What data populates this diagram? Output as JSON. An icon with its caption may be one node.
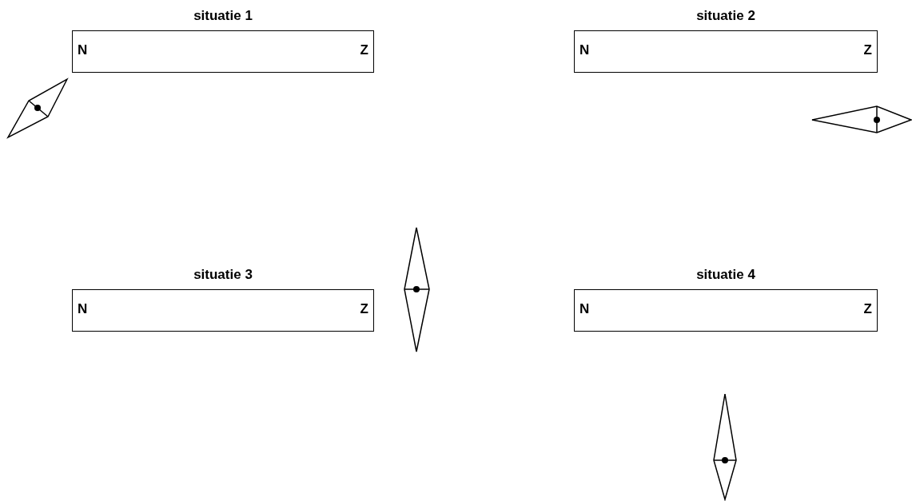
{
  "diagram": {
    "nodes": [
      {
        "text": [
          "situatie 1",
          "N",
          "Z"
        ]
      },
      {
        "text": [
          "situatie 2",
          "N",
          "Z"
        ]
      },
      {
        "text": [],
        "shape": "diamond"
      },
      {
        "text": [],
        "shape": "diamond"
      },
      {
        "text": [
          "situatie 3",
          "N",
          "Z"
        ]
      },
      {
        "text": [],
        "shape": "diamond"
      },
      {
        "text": [
          "situatie 4",
          "N",
          "Z"
        ]
      },
      {
        "text": [],
        "shape": "diamond"
      }
    ],
    "edges": []
  }
}
